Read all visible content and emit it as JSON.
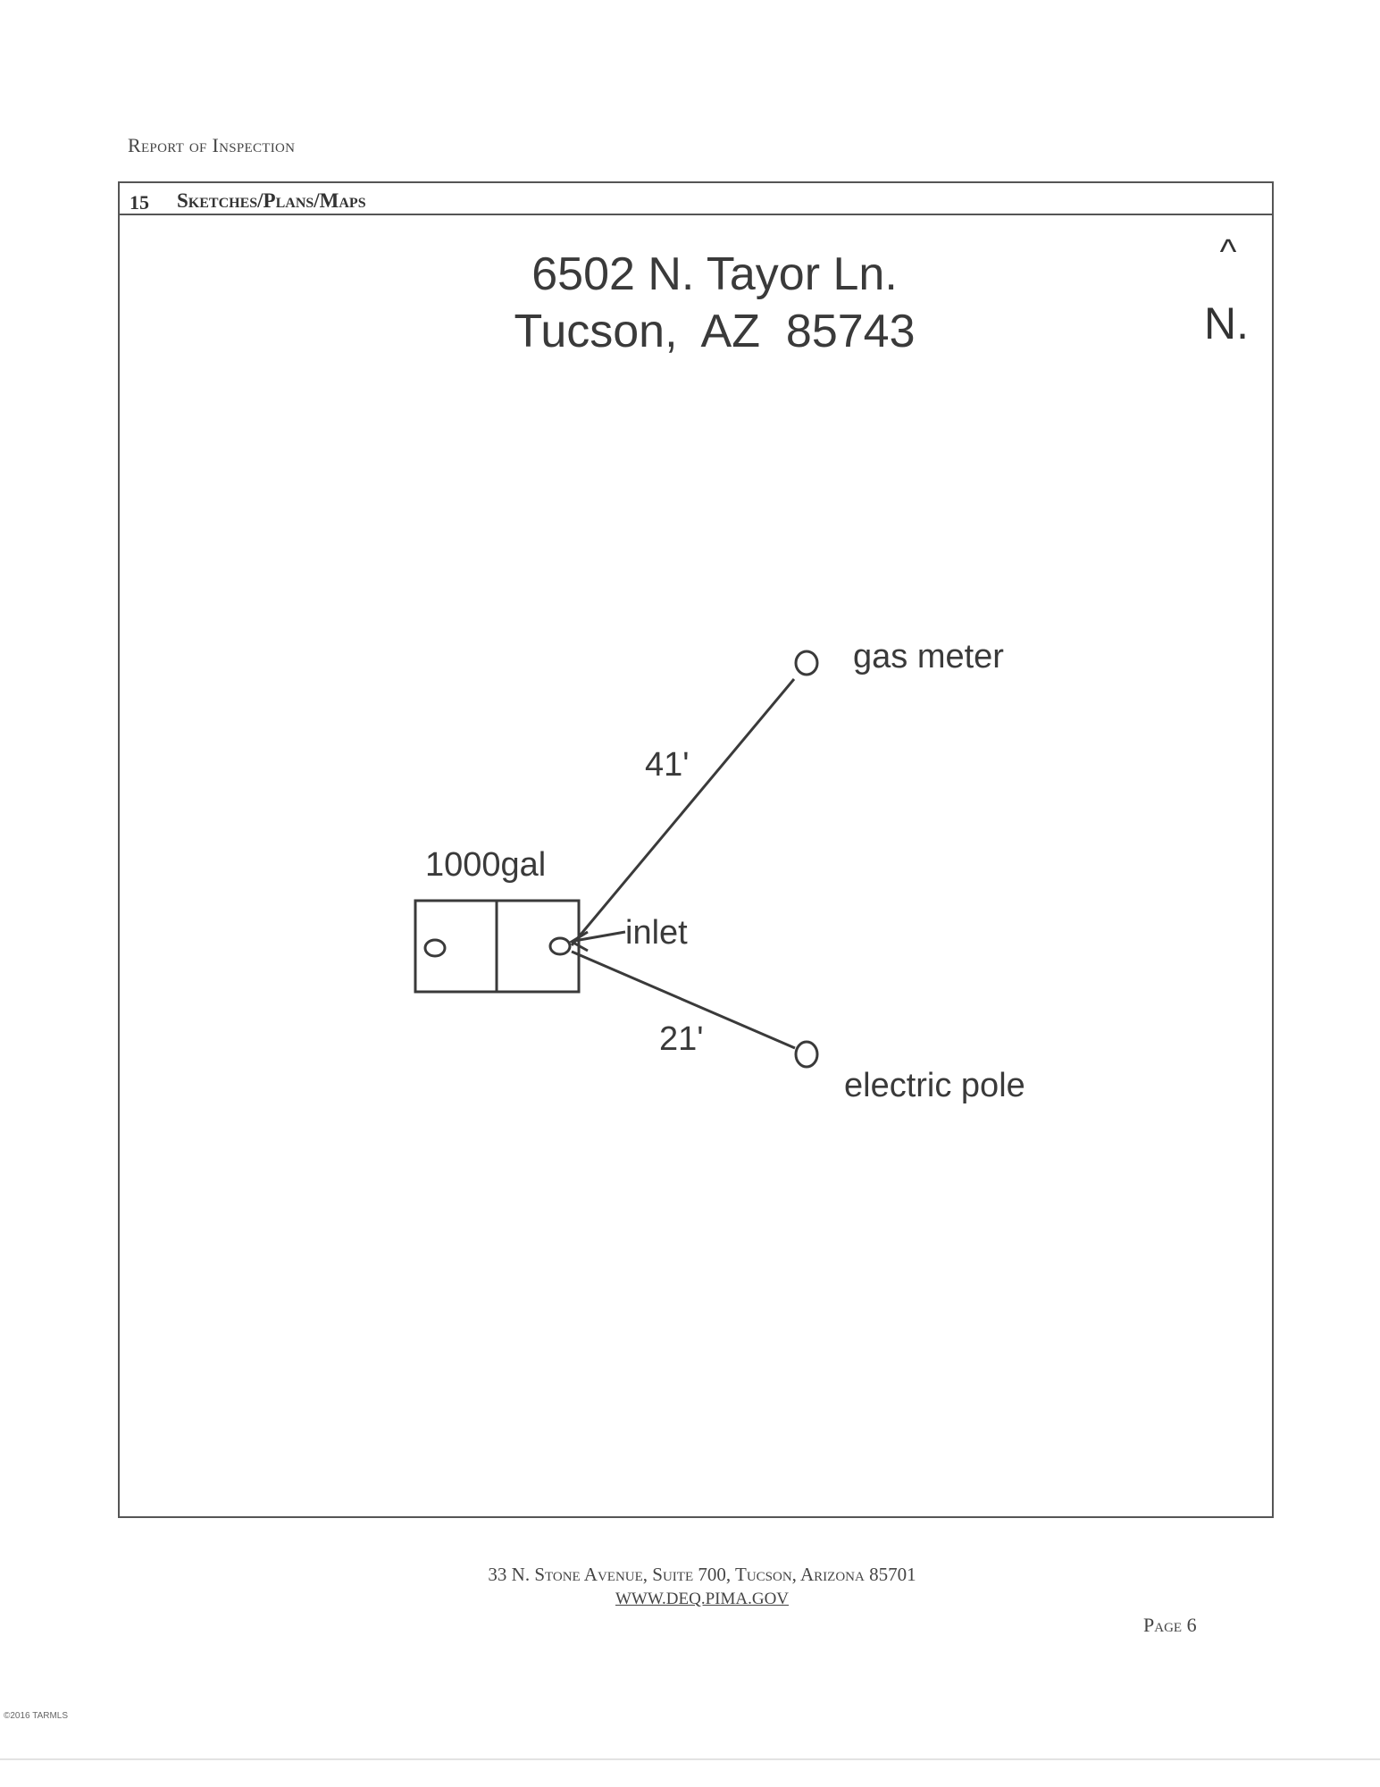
{
  "document": {
    "report_title": "Report of Inspection",
    "section": {
      "number": "15",
      "label": "Sketches/Plans/Maps"
    },
    "address": {
      "line1": "6502 N. Tayor Ln.",
      "line2": "Tucson,  AZ  85743"
    },
    "north_indicator": {
      "arrow": "^",
      "label": "N."
    }
  },
  "sketch": {
    "tank_label": "1000gal",
    "inlet_label": "inlet",
    "gas_meter_label": "gas meter",
    "gas_meter_distance": "41'",
    "electric_pole_label": "electric pole",
    "electric_pole_distance": "21'"
  },
  "footer": {
    "address": "33 N. Stone Avenue, Suite 700, Tucson, Arizona 85701",
    "url": "WWW.DEQ.PIMA.GOV",
    "page": "Page 6",
    "copyright": "©2016 TARMLS"
  },
  "colors": {
    "ink": "#3a3a3a",
    "frame": "#555555",
    "paper": "#ffffff"
  }
}
